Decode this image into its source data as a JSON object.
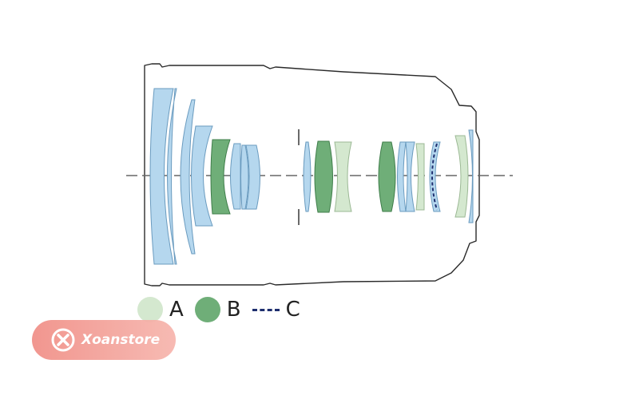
{
  "colors": {
    "housing": "#2a2a2a",
    "axis": "#666666",
    "lens_standard": "#b5d7ee",
    "lens_standard_stroke": "#6a9bbf",
    "element_A": "#d4e8cf",
    "element_A_stroke": "#9bb894",
    "element_B": "#6fae78",
    "element_B_stroke": "#3f7d4a",
    "element_C": "#1e2e6e",
    "watermark_text": "#ffffff"
  },
  "legend": [
    {
      "key": "A",
      "label": "A",
      "kind": "circle",
      "color": "#d4e8cf"
    },
    {
      "key": "B",
      "label": "B",
      "kind": "circle",
      "color": "#6fae78"
    },
    {
      "key": "C",
      "label": "C",
      "kind": "dash",
      "color": "#1e2e6e"
    }
  ],
  "watermark": {
    "text": "Xoanstore",
    "icon": "x-logo-icon"
  }
}
